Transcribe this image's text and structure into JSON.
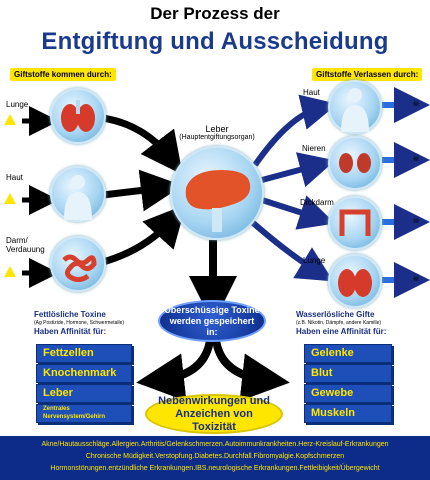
{
  "title": {
    "line1": "Der Prozess der",
    "line2": "Entgiftung und Ausscheidung"
  },
  "left_header": "Giftstoffe kommen durch:",
  "right_header": "Giftstoffe Verlassen durch:",
  "inputs": [
    {
      "label": "Lunge",
      "icon": "lungs-icon"
    },
    {
      "label": "Haut",
      "icon": "body-icon"
    },
    {
      "label": "Darm/ Verdauung",
      "icon": "intestine-icon"
    }
  ],
  "liver": {
    "label": "Leber",
    "sublabel": "(Hauptentgiftungsorgan)"
  },
  "outputs": [
    {
      "label": "Haut",
      "icon": "body-icon"
    },
    {
      "label": "Nieren",
      "icon": "kidney-icon"
    },
    {
      "label": "Dickdarm",
      "icon": "colon-icon"
    },
    {
      "label": "Lunge",
      "icon": "lungs-icon"
    }
  ],
  "fat_soluble": {
    "title": "Fettlösliche Toxine",
    "subtitle": "(Ag Postizide, Hormone, Schwermetalle)",
    "affinity": "Haben Affinität für:",
    "items": [
      "Fettzellen",
      "Knochenmark",
      "Leber",
      "Zentrales Nervensystem/Gehirn"
    ]
  },
  "water_soluble": {
    "title": "Wasserlösliche Gifte",
    "subtitle": "(z.B. Nikotin, Dämpfe, andere Kamille)",
    "affinity": "Haben eine Affinität für:",
    "items": [
      "Gelenke",
      "Blut",
      "Gewebe",
      "Muskeln"
    ]
  },
  "excess": "Überschüssige Toxine werden gespeichert in:",
  "side_effects": "Nebenwirkungen und Anzeichen von Toxizität",
  "symptoms": [
    "Akne/Hautausschläge.Allergien.Arthritis/Gelenkschmerzen.Autoimmunkrankheiten.Herz-Kreislauf-Erkrankungen",
    "Chronische Müdigkeit.Verstopfung.Diabetes.Durchfall.Fibromyalgie.Kopfschmerzen",
    "Hormonstörungen.entzündliche Erkrankungen.IBS.neurologische Erkrankungen.Fettleibigkeit/Übergewicht"
  ],
  "colors": {
    "title_blue": "#1a3a8c",
    "arrow_navy": "#1b2f8a",
    "highlight_yellow": "#ffe600",
    "stack_blue": "#1e4fb8"
  }
}
